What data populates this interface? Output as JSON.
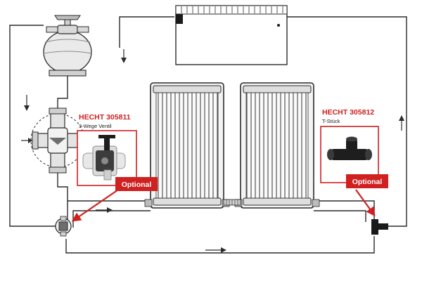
{
  "callouts": [
    {
      "id": "three-way-valve",
      "code": "HECHT 305811",
      "name": "3-Wege Ventil",
      "badge": "Optional"
    },
    {
      "id": "t-piece",
      "code": "HECHT 305812",
      "name": "T-Stück",
      "badge": "Optional"
    }
  ],
  "colors": {
    "accent": "#d0201f",
    "line": "#2b2b2b",
    "panel_fill": "#f4f4f4"
  }
}
